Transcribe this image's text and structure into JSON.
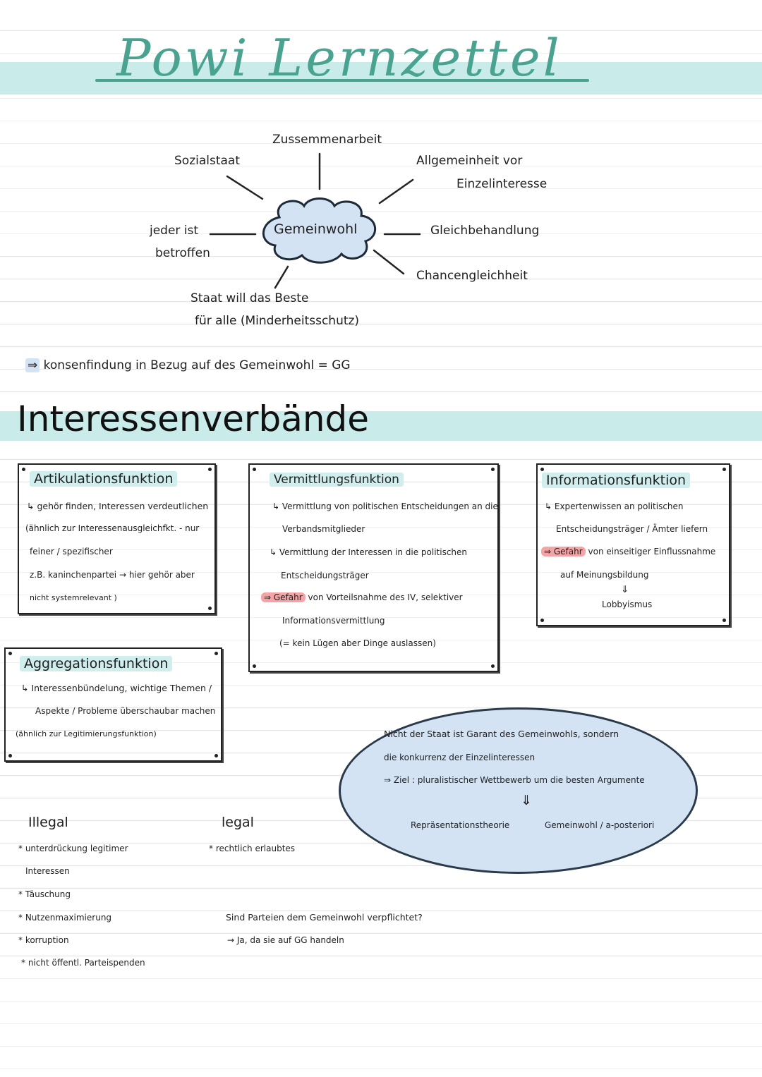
{
  "title": "Powi Lernzettel",
  "mindmap": {
    "center": "Gemeinwohl",
    "top": "Zussemmenarbeit",
    "top_left": "Sozialstaat",
    "top_right_1": "Allgemeinheit vor",
    "top_right_2": "Einzelinteresse",
    "left_1": "jeder ist",
    "left_2": "betroffen",
    "right": "Gleichbehandlung",
    "bottom_right": "Chancengleichheit",
    "bottom_1": "Staat will das Beste",
    "bottom_2": "für alle (Minderheitsschutz)"
  },
  "conclusion": "konsenfindung in Bezug auf des Gemeinwohl = GG",
  "section_title": "Interessenverbände",
  "boxes": {
    "artikulation": {
      "title": "Artikulationsfunktion",
      "lines": [
        "↳ gehör finden, Interessen verdeutlichen",
        "(ähnlich zur Interessenausgleichfkt. - nur",
        "feiner / spezifischer",
        "z.B. kaninchenpartei → hier gehör aber",
        "nicht systemrelevant )"
      ]
    },
    "vermittlung": {
      "title": "Vermittlungsfunktion",
      "lines": [
        "↳ Vermittlung von politischen Entscheidungen an die",
        "Verbandsmitglieder",
        "↳ Vermittlung der Interessen in die politischen",
        "Entscheidungsträger"
      ],
      "danger": "⇒ Gefahr",
      "danger_rest": "von Vorteilsnahme des IV, selektiver",
      "lines2": [
        "Informationsvermittlung",
        "(= kein Lügen aber Dinge auslassen)"
      ]
    },
    "information": {
      "title": "Informationsfunktion",
      "lines": [
        "↳ Expertenwissen an politischen",
        "Entscheidungsträger / Ämter liefern"
      ],
      "danger": "⇒ Gefahr",
      "danger_rest": "von einseitiger Einflussnahme",
      "line3": "auf Meinungsbildung",
      "arrow": "⇓",
      "line4": "Lobbyismus"
    },
    "aggregation": {
      "title": "Aggregationsfunktion",
      "lines": [
        "↳ Interessenbündelung, wichtige Themen /",
        "Aspekte / Probleme überschaubar machen",
        "(ähnlich zur Legitimierungsfunktion)"
      ]
    }
  },
  "ellipse": {
    "line1": "Nicht der Staat ist Garant des Gemeinwohls, sondern",
    "line2": "die konkurrenz der Einzelinteressen",
    "line3": "⇒ Ziel : pluralistischer Wettbewerb um die besten Argumente",
    "arrow": "⇓",
    "left": "Repräsentationstheorie",
    "right": "Gemeinwohl / a-posteriori"
  },
  "illegal": {
    "title": "Illegal",
    "items": [
      "* unterdrückung legitimer",
      "Interessen",
      "* Täuschung",
      "* Nutzenmaximierung",
      "* korruption",
      "* nicht öffentl. Parteispenden"
    ]
  },
  "legal": {
    "title": "legal",
    "items": [
      "* rechtlich erlaubtes"
    ]
  },
  "question": {
    "q": "Sind Parteien dem Gemeinwohl verpflichtet?",
    "a": "→ Ja, da sie auf GG handeln"
  },
  "colors": {
    "band": "#c9ecea",
    "title": "#4aa391",
    "cloud": "#d4e3f4",
    "highlight_red": "#f4a3a6"
  }
}
